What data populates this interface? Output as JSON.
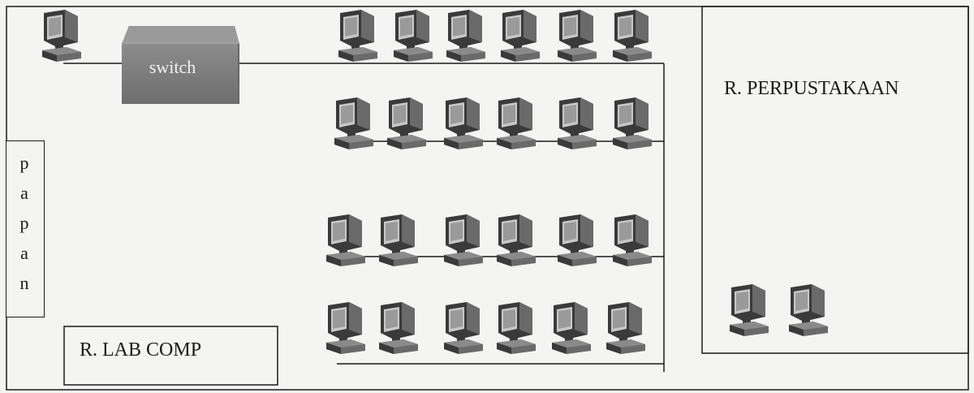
{
  "labels": {
    "switch": "switch",
    "library": "R. PERPUSTAKAAN",
    "lab": "R. LAB COMP",
    "board_letters": [
      "p",
      "a",
      "p",
      "a",
      "n"
    ]
  },
  "icons": {
    "computer": "computer-icon",
    "switch": "network-switch-icon"
  },
  "colors": {
    "line": "#1a1a1a",
    "switch": "#7f7f7f",
    "computer_dark": "#3a3a3a",
    "computer_mid": "#6a6a6a",
    "computer_screen": "#c8c8c8"
  },
  "counts": {
    "lab_rows": [
      6,
      6,
      6,
      6
    ],
    "library_computers": 2,
    "standalone_computers": 1
  }
}
